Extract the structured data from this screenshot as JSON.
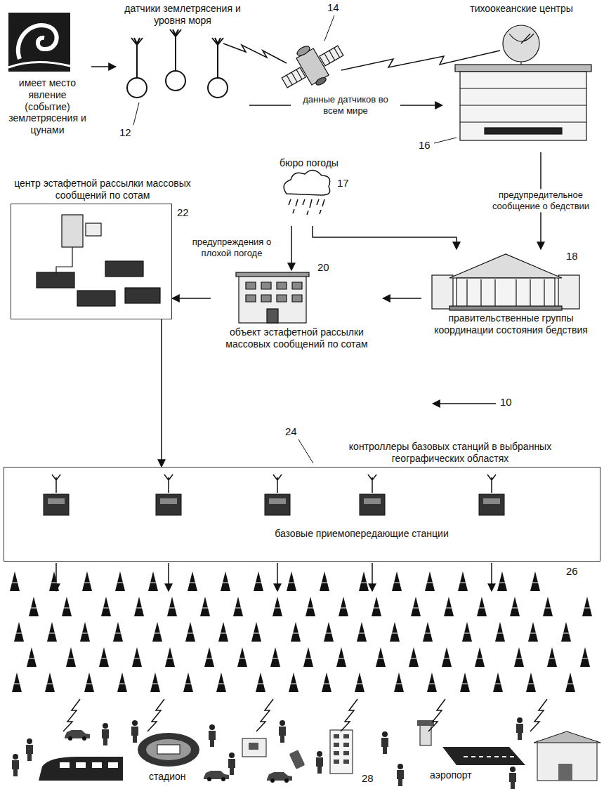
{
  "diagram": {
    "nodes": [
      {
        "text": [
          "имеет место явление (событие) землетрясения и цунами"
        ]
      },
      {
        "text": [
          "датчики землетрясения и уровня моря"
        ]
      },
      {
        "text": [
          "тихоокеанские центры"
        ]
      },
      {
        "text": [
          "бюро погоды"
        ]
      },
      {
        "text": [
          "центр эстафетной рассылки массовых сообщений по сотам"
        ]
      },
      {
        "text": [
          "правительственные группы координации состояния бедствия"
        ]
      },
      {
        "text": [
          "объект эстафетной рассылки массовых сообщений по сотам"
        ]
      },
      {
        "text": [
          "контроллеры базовых станций в выбранных географических областях"
        ]
      }
    ],
    "edges": [
      {
        "from": 0,
        "to": 1,
        "arrow": "to"
      },
      {
        "from": 1,
        "to": 2,
        "label": "данные датчиков во всем мире",
        "arrow": "to"
      },
      {
        "from": 2,
        "to": 5,
        "label": "предупредительное сообщение о бедствии",
        "arrow": "to"
      },
      {
        "from": 3,
        "to": 5,
        "arrow": "to"
      },
      {
        "from": 3,
        "to": 6,
        "label": "предупреждения о плохой погоде",
        "arrow": "to"
      },
      {
        "from": 5,
        "to": 6,
        "arrow": "to"
      },
      {
        "from": 6,
        "to": 4,
        "arrow": "to"
      },
      {
        "from": 4,
        "to": 7,
        "arrow": "to"
      }
    ],
    "labels": [
      "14",
      "12",
      "16",
      "17",
      "22",
      "18",
      "20",
      "10",
      "24",
      "базовые приемопередающие станции",
      "26",
      "стадион",
      "аэропорт",
      "28"
    ]
  }
}
